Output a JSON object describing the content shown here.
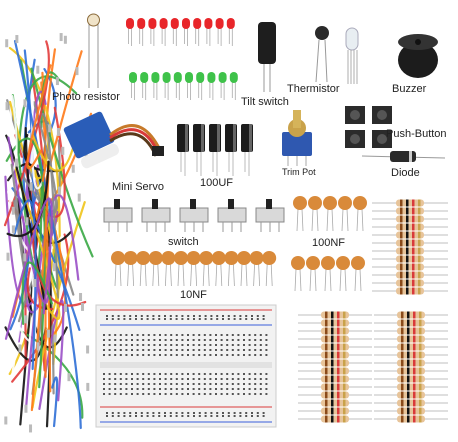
{
  "labels": {
    "photo_resistor": "Photo resistor",
    "tilt_switch": "Tilt switch",
    "thermistor": "Thermistor",
    "buzzer": "Buzzer",
    "push_button": "Push-Button",
    "mini_servo": "Mini Servo",
    "cap_100uf": "100UF",
    "trim_pot": "Trim Pot",
    "diode": "Diode",
    "switch": "switch",
    "cap_100nf": "100NF",
    "cap_10nf": "10NF"
  },
  "colors": {
    "led_red": "#e8262a",
    "led_green": "#3fc24a",
    "ceramic_cap": "#d98a3a",
    "electrolytic": "#1c1c1c",
    "breadboard": "#f2f2f2",
    "rail_red": "#d93a3a",
    "rail_blue": "#3a5fd9",
    "resistor_body": "#e7c49a",
    "servo_blue": "#2a5db8"
  }
}
